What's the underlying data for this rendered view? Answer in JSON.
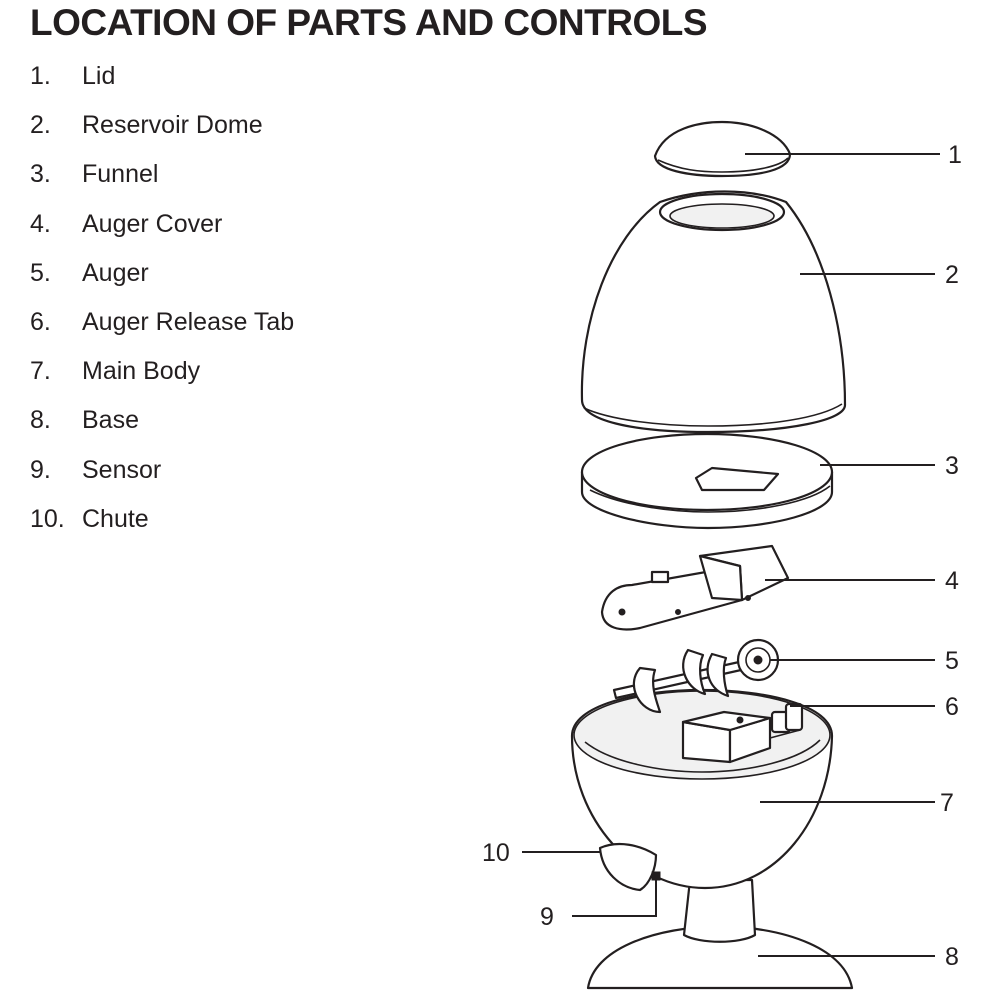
{
  "title": "LOCATION OF PARTS AND CONTROLS",
  "parts": [
    {
      "num": "1.",
      "label": "Lid"
    },
    {
      "num": "2.",
      "label": "Reservoir Dome"
    },
    {
      "num": "3.",
      "label": "Funnel"
    },
    {
      "num": "4.",
      "label": "Auger Cover"
    },
    {
      "num": "5.",
      "label": "Auger"
    },
    {
      "num": "6.",
      "label": "Auger Release Tab"
    },
    {
      "num": "7.",
      "label": "Main Body"
    },
    {
      "num": "8.",
      "label": "Base"
    },
    {
      "num": "9.",
      "label": "Sensor"
    },
    {
      "num": "10.",
      "label": "Chute"
    }
  ],
  "callouts": {
    "c1": "1",
    "c2": "2",
    "c3": "3",
    "c4": "4",
    "c5": "5",
    "c6": "6",
    "c7": "7",
    "c8": "8",
    "c9": "9",
    "c10": "10"
  }
}
